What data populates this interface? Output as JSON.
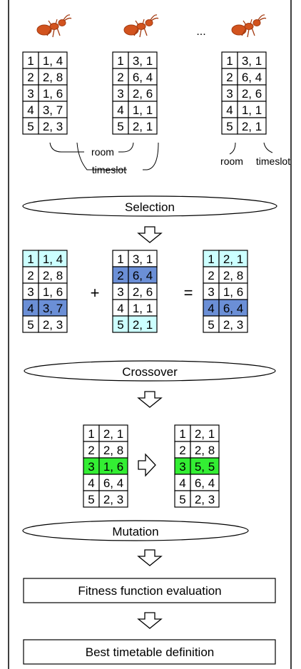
{
  "ants": {
    "ellipsis": "..."
  },
  "top_tables": [
    {
      "rows": [
        [
          "1",
          "1, 4"
        ],
        [
          "2",
          "2, 8"
        ],
        [
          "3",
          "1, 6"
        ],
        [
          "4",
          "3, 7"
        ],
        [
          "5",
          "2, 3"
        ]
      ]
    },
    {
      "rows": [
        [
          "1",
          "3, 1"
        ],
        [
          "2",
          "6, 4"
        ],
        [
          "3",
          "2, 6"
        ],
        [
          "4",
          "1, 1"
        ],
        [
          "5",
          "2, 1"
        ]
      ]
    },
    {
      "rows": [
        [
          "1",
          "3, 1"
        ],
        [
          "2",
          "6, 4"
        ],
        [
          "3",
          "2, 6"
        ],
        [
          "4",
          "1, 1"
        ],
        [
          "5",
          "2, 1"
        ]
      ]
    }
  ],
  "annotations": {
    "room": "room",
    "timeslot": "timeslot"
  },
  "stages": {
    "selection": "Selection",
    "crossover": "Crossover",
    "mutation": "Mutation",
    "fitness": "Fitness function evaluation",
    "best": "Best timetable definition"
  },
  "crossover": {
    "plus": "+",
    "equals": "=",
    "tables": [
      {
        "rows": [
          [
            "1",
            "1, 4"
          ],
          [
            "2",
            "2, 8"
          ],
          [
            "3",
            "1, 6"
          ],
          [
            "4",
            "3, 7"
          ],
          [
            "5",
            "2, 3"
          ]
        ]
      },
      {
        "rows": [
          [
            "1",
            "3, 1"
          ],
          [
            "2",
            "6, 4"
          ],
          [
            "3",
            "2, 6"
          ],
          [
            "4",
            "1, 1"
          ],
          [
            "5",
            "2, 1"
          ]
        ]
      },
      {
        "rows": [
          [
            "1",
            "2, 1"
          ],
          [
            "2",
            "2, 8"
          ],
          [
            "3",
            "1, 6"
          ],
          [
            "4",
            "6, 4"
          ],
          [
            "5",
            "2, 3"
          ]
        ]
      }
    ]
  },
  "mutation": {
    "tables": [
      {
        "rows": [
          [
            "1",
            "2, 1"
          ],
          [
            "2",
            "2, 8"
          ],
          [
            "3",
            "1, 6"
          ],
          [
            "4",
            "6, 4"
          ],
          [
            "5",
            "2, 3"
          ]
        ]
      },
      {
        "rows": [
          [
            "1",
            "2, 1"
          ],
          [
            "2",
            "2, 8"
          ],
          [
            "3",
            "5, 5"
          ],
          [
            "4",
            "6, 4"
          ],
          [
            "5",
            "2, 3"
          ]
        ]
      }
    ]
  },
  "colors": {
    "light_cyan": "#ccffff",
    "blue": "#6b8fd6",
    "green": "#33ee33",
    "ant_body": "#d2531e",
    "ant_dark": "#a33a10"
  }
}
